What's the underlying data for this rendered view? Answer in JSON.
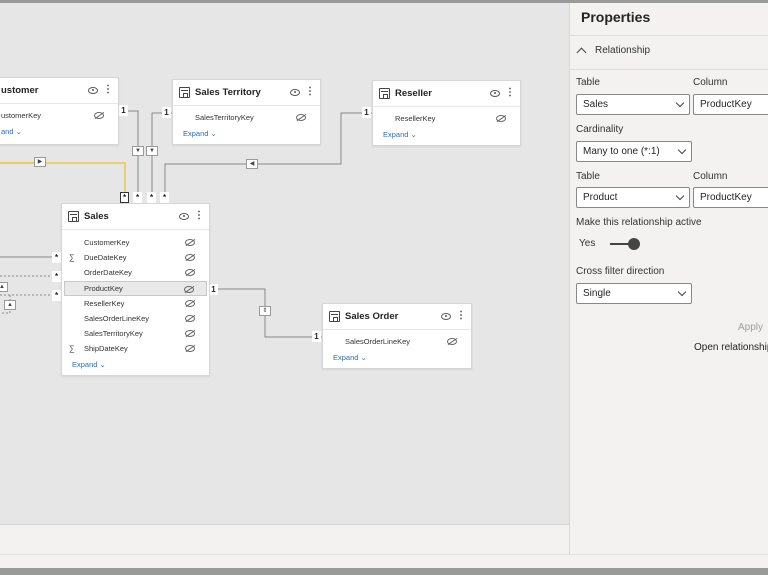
{
  "canvas": {
    "tables": {
      "customer": {
        "title": "ustomer",
        "fields": [
          "ustomerKey"
        ],
        "expand": "and"
      },
      "sales_territory": {
        "title": "Sales Territory",
        "fields": [
          "SalesTerritoryKey"
        ],
        "expand": "Expand"
      },
      "reseller": {
        "title": "Reseller",
        "fields": [
          "ResellerKey"
        ],
        "expand": "Expand"
      },
      "sales": {
        "title": "Sales",
        "fields": [
          "CustomerKey",
          "DueDateKey",
          "OrderDateKey",
          "ProductKey",
          "ResellerKey",
          "SalesOrderLineKey",
          "SalesTerritoryKey",
          "ShipDateKey"
        ],
        "selected_field": "ProductKey",
        "expand": "Expand"
      },
      "sales_order": {
        "title": "Sales Order",
        "fields": [
          "SalesOrderLineKey"
        ],
        "expand": "Expand"
      }
    },
    "markers": {
      "one": "1",
      "many": "*"
    },
    "accent_line_color": "#e8c84a"
  },
  "properties": {
    "title": "Properties",
    "section": "Relationship",
    "table1_label": "Table",
    "column1_label": "Column",
    "table1_value": "Sales",
    "column1_value": "ProductKey",
    "cardinality_label": "Cardinality",
    "cardinality_value": "Many to one (*:1)",
    "table2_label": "Table",
    "column2_label": "Column",
    "table2_value": "Product",
    "column2_value": "ProductKey",
    "active_label": "Make this relationship active",
    "active_value": "Yes",
    "cross_filter_label": "Cross filter direction",
    "cross_filter_value": "Single",
    "apply_label": "Apply",
    "open_label": "Open relationship"
  }
}
